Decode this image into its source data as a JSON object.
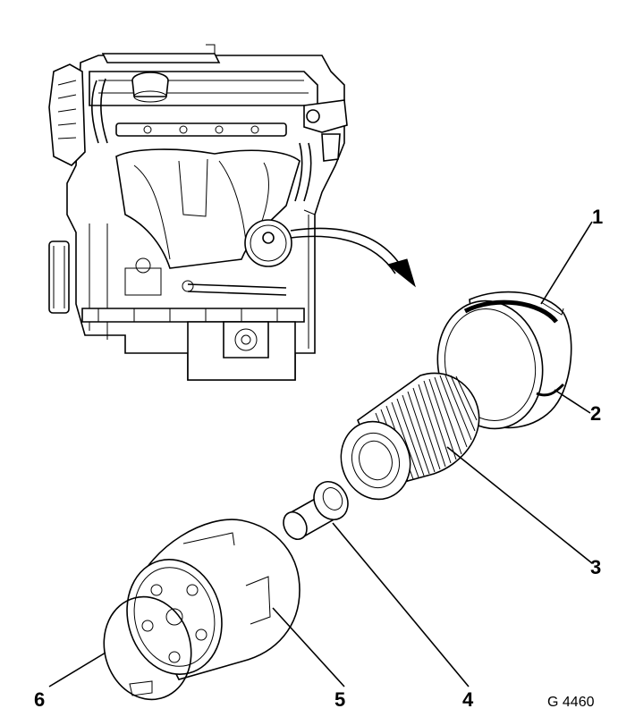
{
  "figure": {
    "reference_code": "G 4460",
    "callouts": [
      {
        "id": "1",
        "label": "1"
      },
      {
        "id": "2",
        "label": "2"
      },
      {
        "id": "3",
        "label": "3"
      },
      {
        "id": "4",
        "label": "4"
      },
      {
        "id": "5",
        "label": "5"
      },
      {
        "id": "6",
        "label": "6"
      }
    ],
    "colors": {
      "line": "#000000",
      "background": "#ffffff"
    }
  }
}
